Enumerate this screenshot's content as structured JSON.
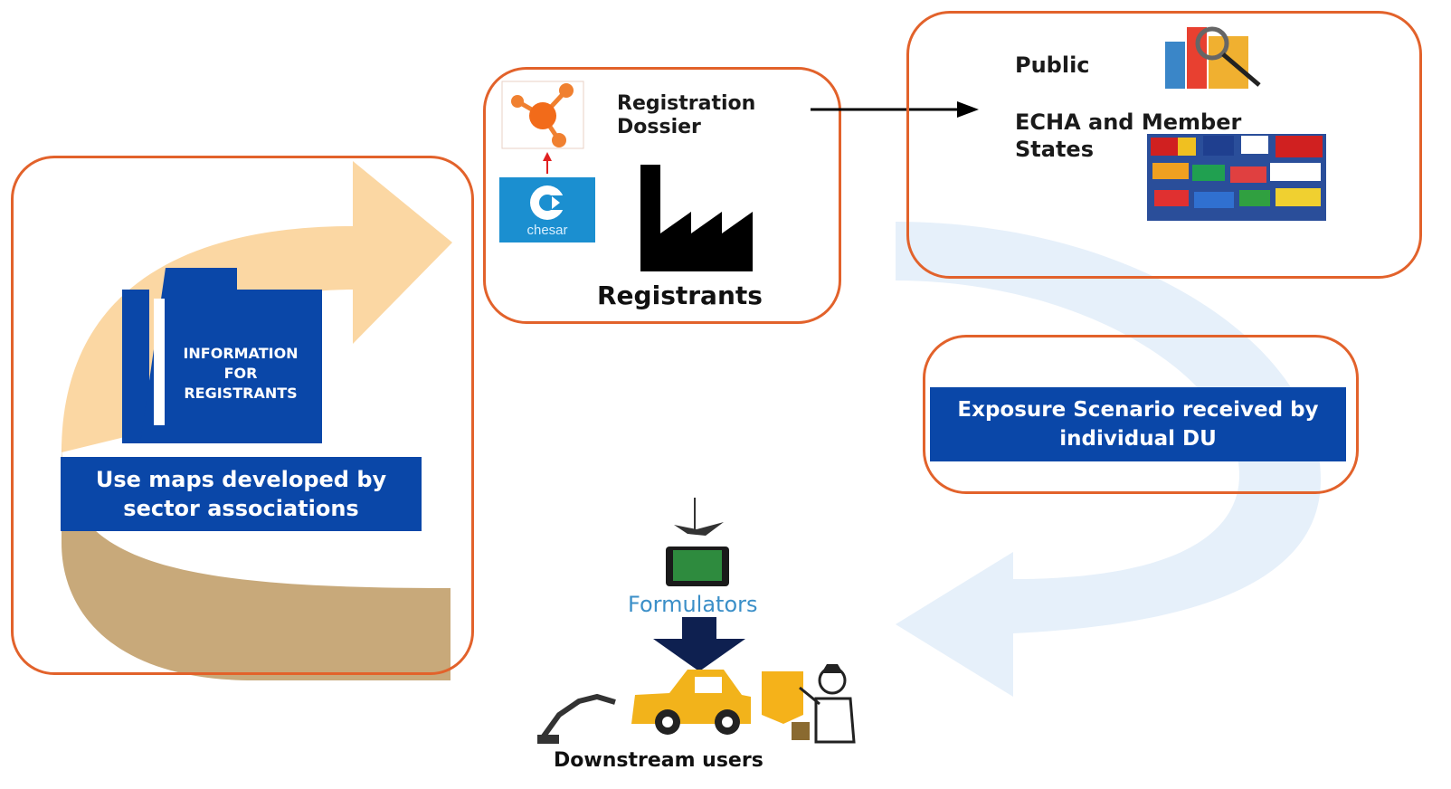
{
  "colors": {
    "box_border": "#e2622b",
    "banner_blue": "#0a47a8",
    "arrow_light": "#fbd7a3",
    "arrow_dark": "#c8a97a",
    "cycle_arrow": "#e6f0fa",
    "chesar_blue": "#1b8fd0",
    "formulators_text": "#3b8fc8"
  },
  "left_box": {
    "folder_text": "INFORMATION\nFOR\nREGISTRANTS",
    "banner": "Use maps developed by sector associations"
  },
  "registrants_box": {
    "dossier_label": "Registration\nDossier",
    "chesar_label": "chesar",
    "registrants_label": "Registrants"
  },
  "recipients_box": {
    "public_label": "Public",
    "authorities_label": "ECHA and Member\nStates"
  },
  "exposure_box": {
    "banner": "Exposure Scenario received by individual DU"
  },
  "downstream": {
    "formulators_label": "Formulators",
    "downstream_label": "Downstream users"
  },
  "icons": [
    "folder-icon",
    "molecule-icon",
    "chesar-logo-icon",
    "factory-icon",
    "chart-magnifier-icon",
    "eu-flags-icon",
    "paint-can-icon",
    "car-icon",
    "robot-arm-icon",
    "worker-icon"
  ]
}
